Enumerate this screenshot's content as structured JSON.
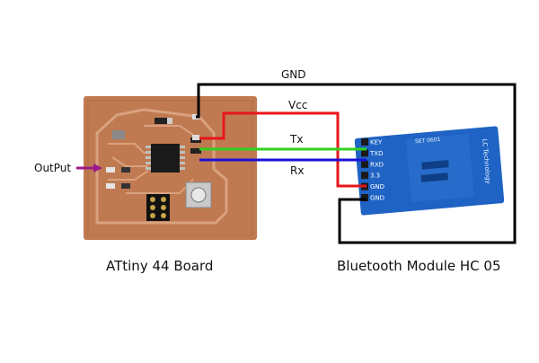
{
  "wires": {
    "gnd": {
      "label": "GND",
      "color": "#000000"
    },
    "vcc": {
      "label": "Vcc",
      "color": "#e8161b"
    },
    "tx": {
      "label": "Tx",
      "color": "#2fd11f"
    },
    "rx": {
      "label": "Rx",
      "color": "#1a10d8"
    }
  },
  "output": {
    "label": "OutPut",
    "arrow_color": "#9b1a8a"
  },
  "attiny_board": {
    "caption": "ATtiny 44 Board",
    "pcb_color": "#c07a52",
    "trace_color": "#d9a27e"
  },
  "bluetooth_module": {
    "caption": "Bluetooth Module HC 05",
    "board_color": "#1f63c4",
    "pins": [
      "KEY",
      "TXD",
      "RXD",
      "3.3",
      "GND",
      "GND"
    ],
    "brand": "LC Technology",
    "model": "SET 0601"
  }
}
